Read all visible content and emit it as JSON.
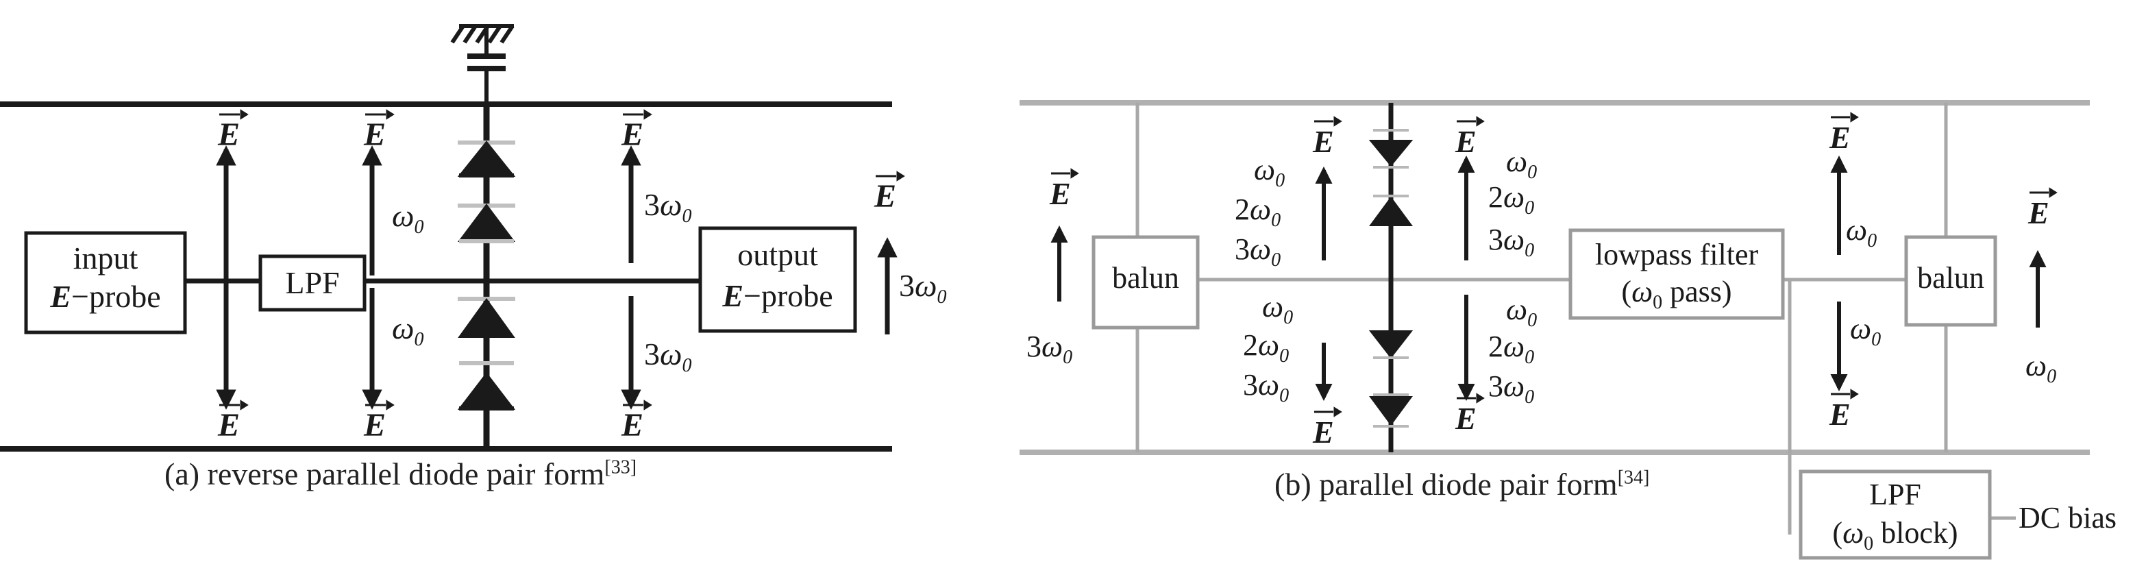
{
  "panel_a": {
    "caption": "(a) reverse parallel diode pair form",
    "caption_ref": "[33]",
    "input_probe": {
      "line1": "input",
      "line2_vec": "E",
      "line2_text": "−probe"
    },
    "lpf_label": "LPF",
    "output_probe": {
      "line1": "output",
      "line2_vec": "E",
      "line2_text": "−probe"
    },
    "field_symbol": "E",
    "freq_w0": "ω",
    "freq_sub": "0",
    "freq_3w0_coef": "3"
  },
  "panel_b": {
    "caption": "(b) parallel diode pair form",
    "caption_ref": "[34]",
    "balun_label": "balun",
    "lowpass_line1": "lowpass filter",
    "lowpass_line2_pre": "(",
    "lowpass_line2_post": " pass)",
    "lpf_block_line1": "LPF",
    "lpf_block_line2_post": " block)",
    "dc_bias": "DC bias",
    "harmonics": [
      "",
      "2",
      "3"
    ]
  },
  "colors": {
    "ink": "#1a1a1a",
    "gray_line": "#b0b0b0",
    "box_gray": "#9a9a9a"
  }
}
